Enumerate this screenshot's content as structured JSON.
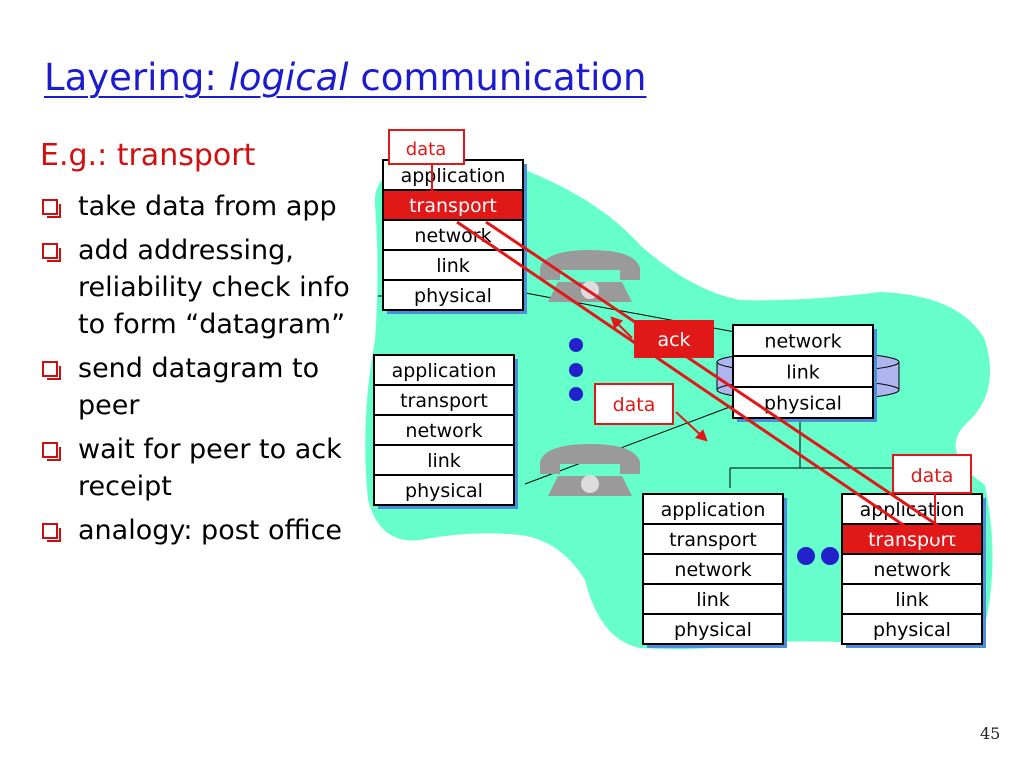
{
  "slide": {
    "title_plain": "Layering: ",
    "title_italic": "logical",
    "title_rest": " communication",
    "subheading": "E.g.: transport",
    "bullets": [
      "take data from app",
      "add addressing, reliability check info to form “datagram”",
      "send datagram to peer",
      "wait for peer to ack receipt",
      "analogy: post office"
    ],
    "page_number": "45"
  },
  "colors": {
    "title": "#1c1ccf",
    "accent_red": "#e01818",
    "cloud": "#66ffcc",
    "stack_border": "#000000",
    "router_body": "#aeb4ee"
  },
  "diagram": {
    "layers_full": [
      "application",
      "transport",
      "network",
      "link",
      "physical"
    ],
    "layers_router": [
      "network",
      "link",
      "physical"
    ],
    "highlight_layer": "transport",
    "labels": {
      "data_top": "data",
      "ack": "ack",
      "data_mid": "data",
      "data_right": "data"
    },
    "icons": [
      "telephone-icon",
      "telephone-icon",
      "router-icon"
    ]
  }
}
